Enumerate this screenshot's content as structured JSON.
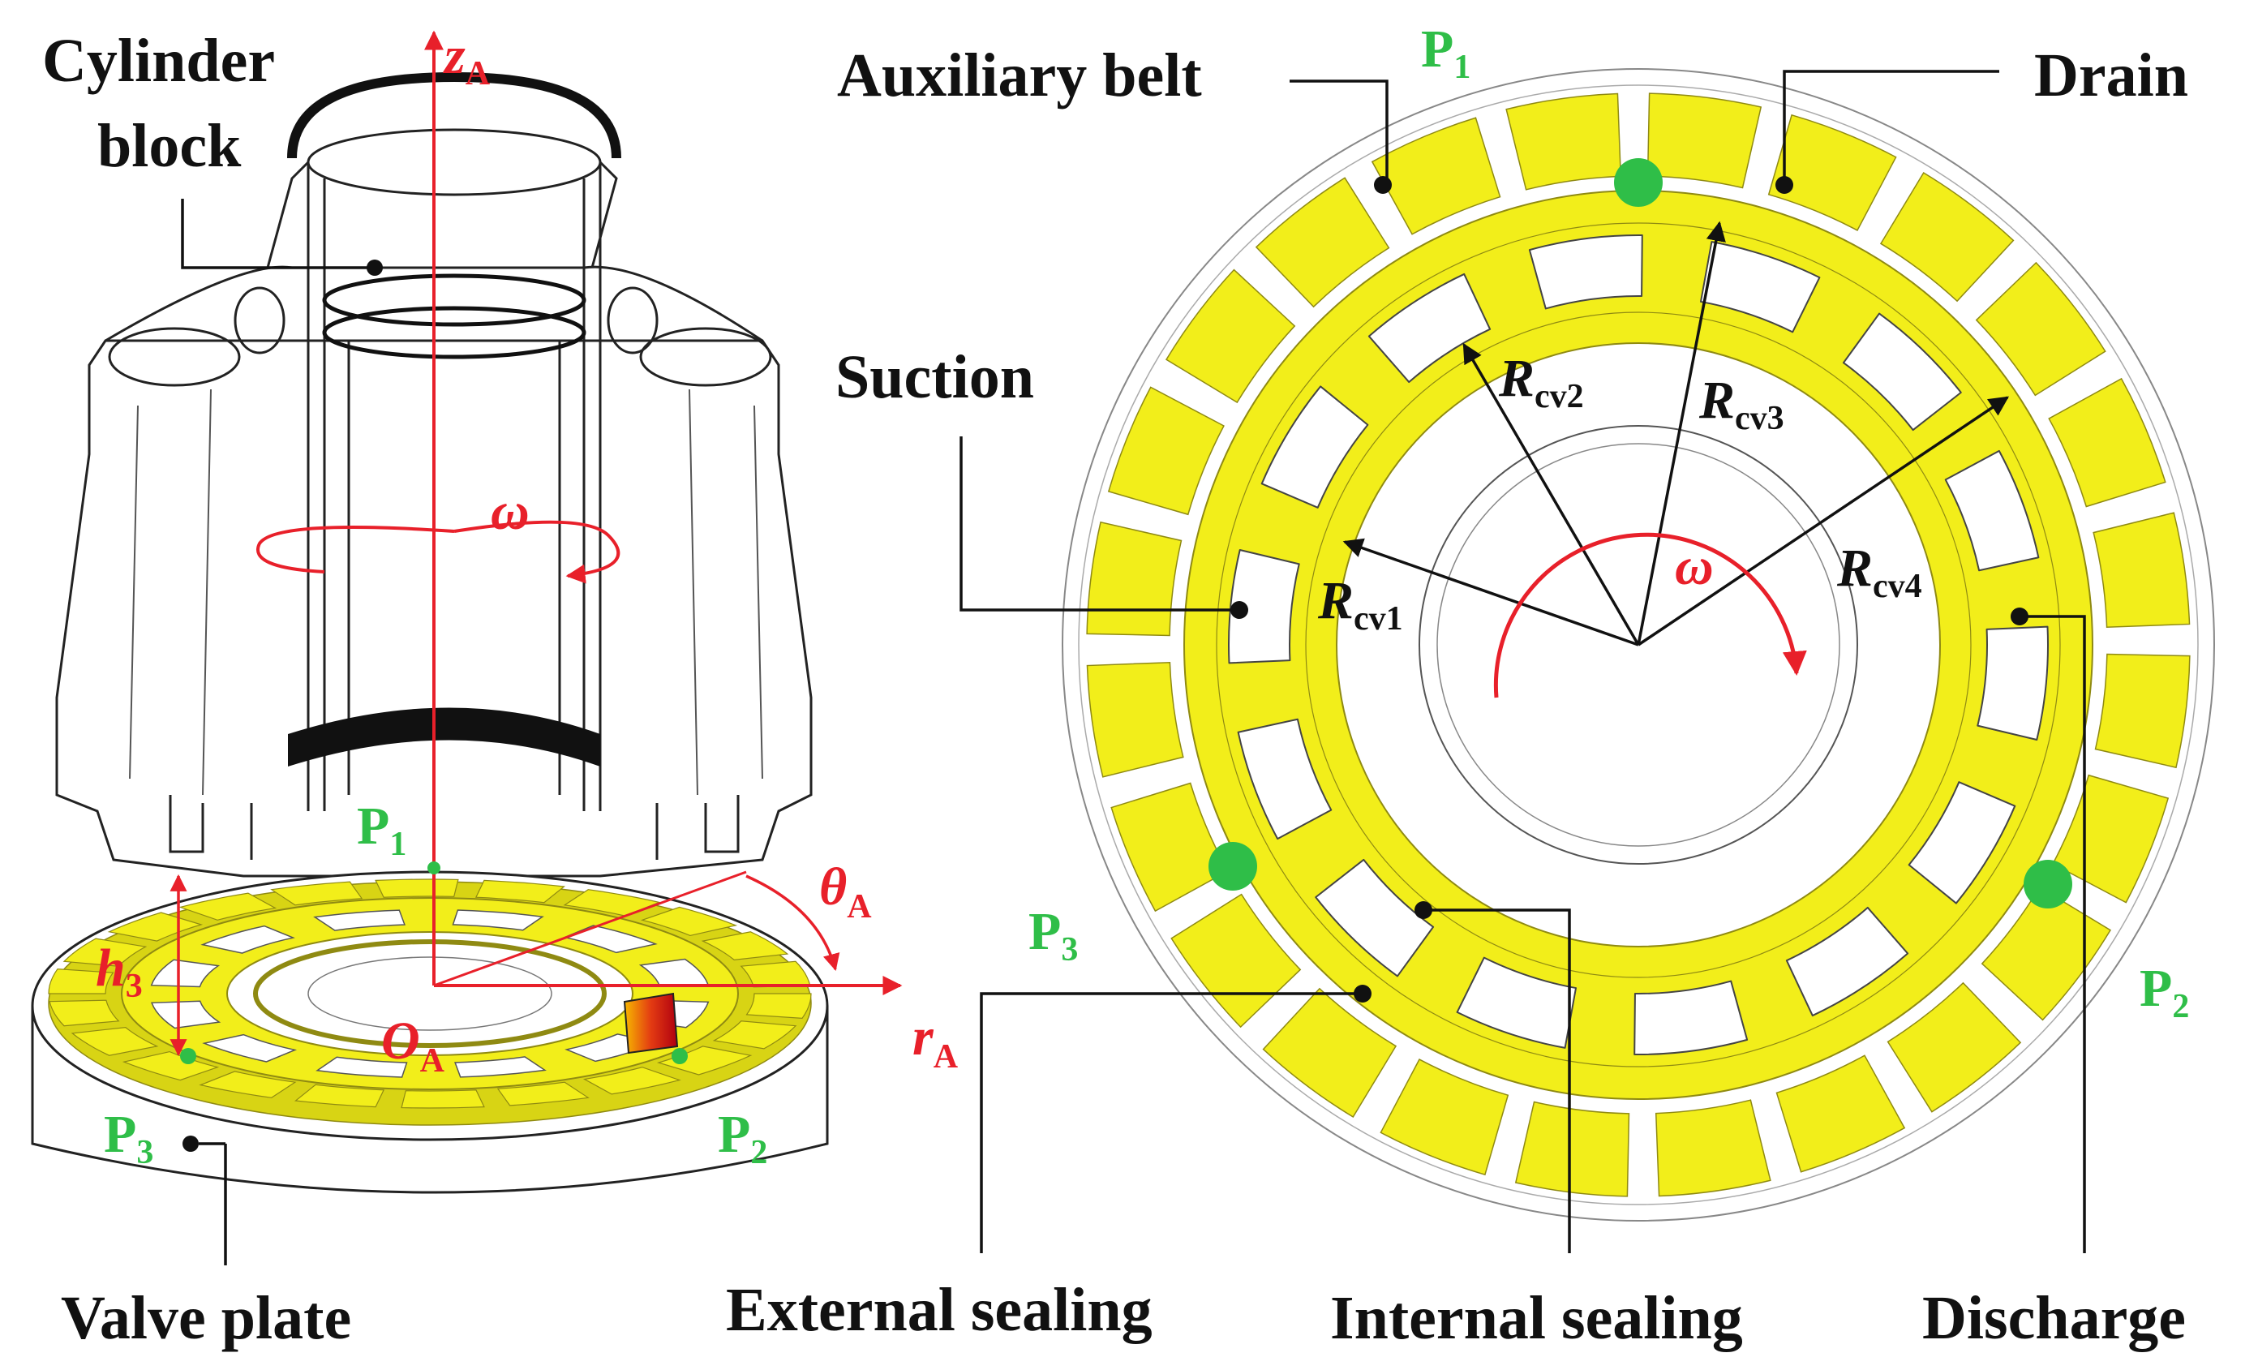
{
  "colors": {
    "yellow": "#f2ee1a",
    "yellow_edge": "#8f8a12",
    "red": "#e8202a",
    "green": "#2fbe48",
    "black": "#111111"
  },
  "labels": {
    "cylinder_block_line1": "Cylinder",
    "cylinder_block_line2": "block",
    "valve_plate": "Valve plate",
    "auxiliary_belt": "Auxiliary belt",
    "drain": "Drain",
    "suction": "Suction",
    "external_sealing": "External sealing",
    "internal_sealing": "Internal sealing",
    "discharge": "Discharge"
  },
  "points": {
    "p1": {
      "main": "P",
      "sub": "1"
    },
    "p2": {
      "main": "P",
      "sub": "2"
    },
    "p3": {
      "main": "P",
      "sub": "3"
    }
  },
  "axes": {
    "z": {
      "main": "z",
      "sub": "A"
    },
    "r": {
      "main": "r",
      "sub": "A"
    },
    "origin": {
      "main": "O",
      "sub": "A"
    },
    "theta": {
      "main": "θ",
      "sub": "A"
    },
    "h3": {
      "main": "h",
      "sub": "3"
    },
    "omega": "ω"
  },
  "radii": {
    "rcv1": {
      "main": "R",
      "sub": "cv1"
    },
    "rcv2": {
      "main": "R",
      "sub": "cv2"
    },
    "rcv3": {
      "main": "R",
      "sub": "cv3"
    },
    "rcv4": {
      "main": "R",
      "sub": "cv4"
    }
  },
  "icons": {
    "rotation": "curved-arrow-icon",
    "leader_dot": "dot-icon"
  }
}
